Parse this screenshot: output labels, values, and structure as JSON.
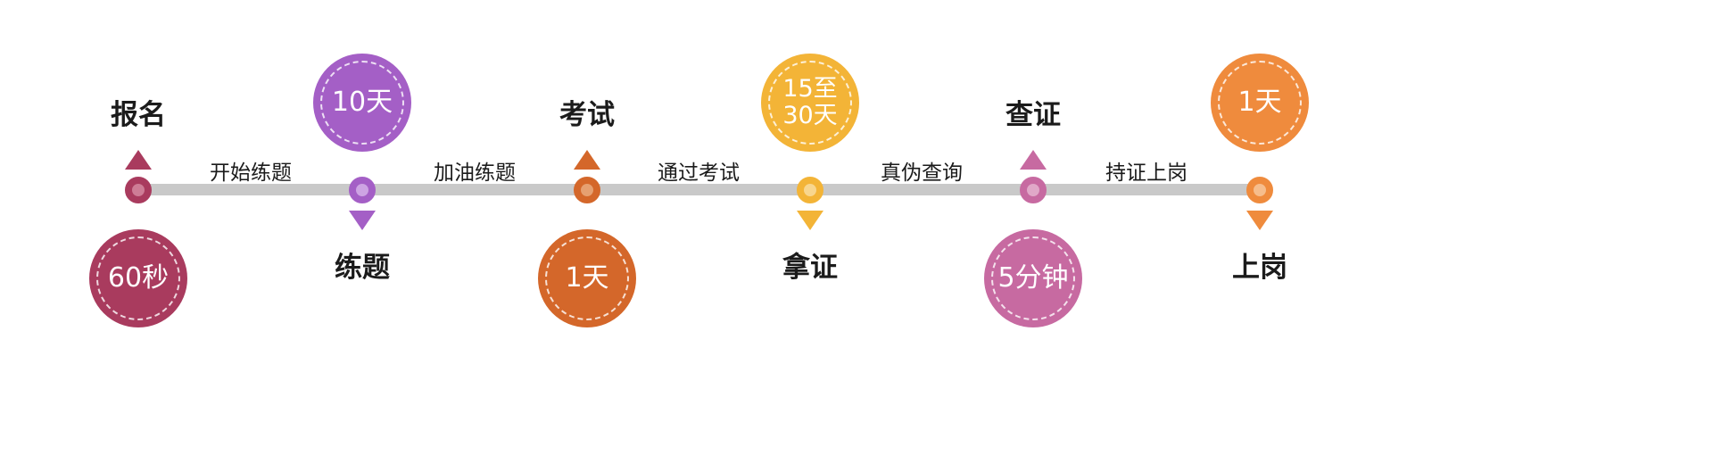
{
  "background": "#ffffff",
  "timeline": {
    "bar_color": "#c9c9c9",
    "nodes": [
      {
        "id": "signup",
        "label": "报名",
        "duration": "60秒",
        "side": "top",
        "color": "#a93b5e",
        "color_light": "#ce7d96"
      },
      {
        "id": "practice",
        "label": "练题",
        "duration": "10天",
        "side": "bottom",
        "color": "#a45fc6",
        "color_light": "#cda4e3"
      },
      {
        "id": "exam",
        "label": "考试",
        "duration": "1天",
        "side": "top",
        "color": "#d4672a",
        "color_light": "#e6a071"
      },
      {
        "id": "certificate",
        "label": "拿证",
        "duration": "15至30天",
        "duration_line1": "15至",
        "duration_line2": "30天",
        "side": "bottom",
        "color": "#f3b437",
        "color_light": "#f8d68e"
      },
      {
        "id": "verify",
        "label": "查证",
        "duration": "5分钟",
        "side": "top",
        "color": "#c76aa1",
        "color_light": "#e0a8c8"
      },
      {
        "id": "work",
        "label": "上岗",
        "duration": "1天",
        "side": "bottom",
        "color": "#ef8b3d",
        "color_light": "#f6bd8c"
      }
    ],
    "connectors": [
      {
        "label": "开始练题"
      },
      {
        "label": "加油练题"
      },
      {
        "label": "通过考试"
      },
      {
        "label": "真伪查询"
      },
      {
        "label": "持证上岗"
      }
    ]
  }
}
